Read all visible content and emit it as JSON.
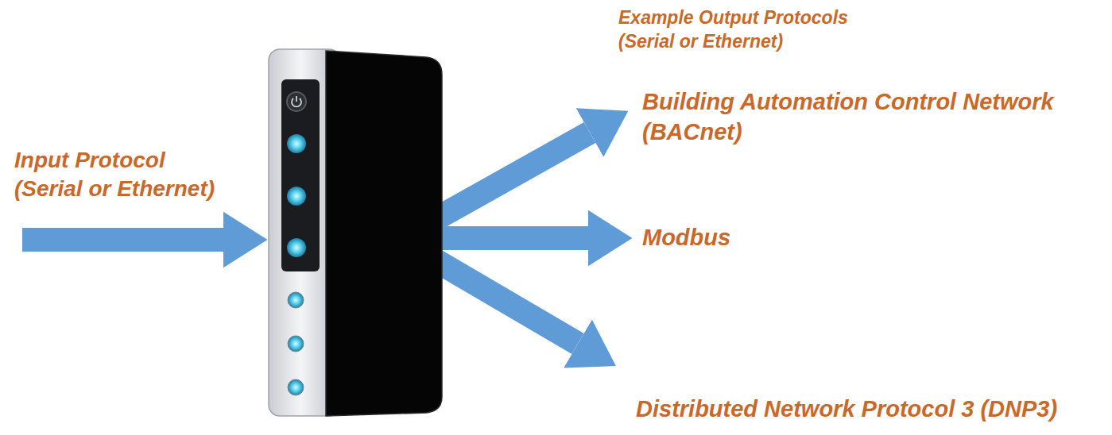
{
  "diagram": {
    "labels": [
      "Example Output Protocols (Serial or Ethernet)",
      "Input Protocol (Serial or Ethernet)",
      "Building Automation Control Network (BACnet)",
      "Modbus",
      "Distributed Network Protocol 3 (DNP3)"
    ]
  }
}
